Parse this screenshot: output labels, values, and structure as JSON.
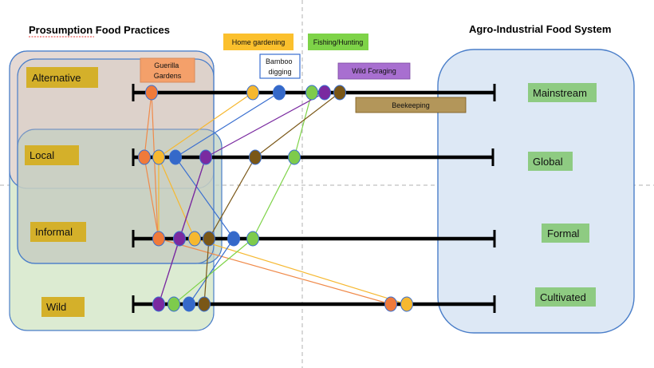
{
  "header": {
    "left_title": "Prosumption Food Practices",
    "right_title": "Agro-Industrial Food System"
  },
  "left_labels": {
    "alternative": "Alternative",
    "local": "Local",
    "informal": "Informal",
    "wild": "Wild"
  },
  "right_labels": {
    "mainstream": "Mainstream",
    "global": "Global",
    "formal": "Formal",
    "cultivated": "Cultivated"
  },
  "practices": {
    "guerilla": "Guerilla\nGardens",
    "home_gardening": "Home gardening",
    "bamboo": "Bamboo\ndigging",
    "fishing": "Fishing/Hunting",
    "wild_foraging": "Wild Foraging",
    "beekeeping": "Beekeeping"
  },
  "colors": {
    "guerilla": "#f4a06a",
    "home_gardening": "#fbc02d",
    "bamboo": "#3a6fd0",
    "fishing": "#7ed348",
    "wild_foraging": "#a86fd0",
    "beekeeping": "#9b7b33",
    "dot_guerilla": "#f07a3a",
    "dot_home": "#f6b830",
    "dot_bamboo": "#3569c9",
    "dot_fishing": "#7ecb4c",
    "dot_wild": "#7a2aa0",
    "dot_bee": "#7a5717",
    "left_label_bg": "#d4b02a",
    "right_label_bg": "#8ecb82"
  }
}
